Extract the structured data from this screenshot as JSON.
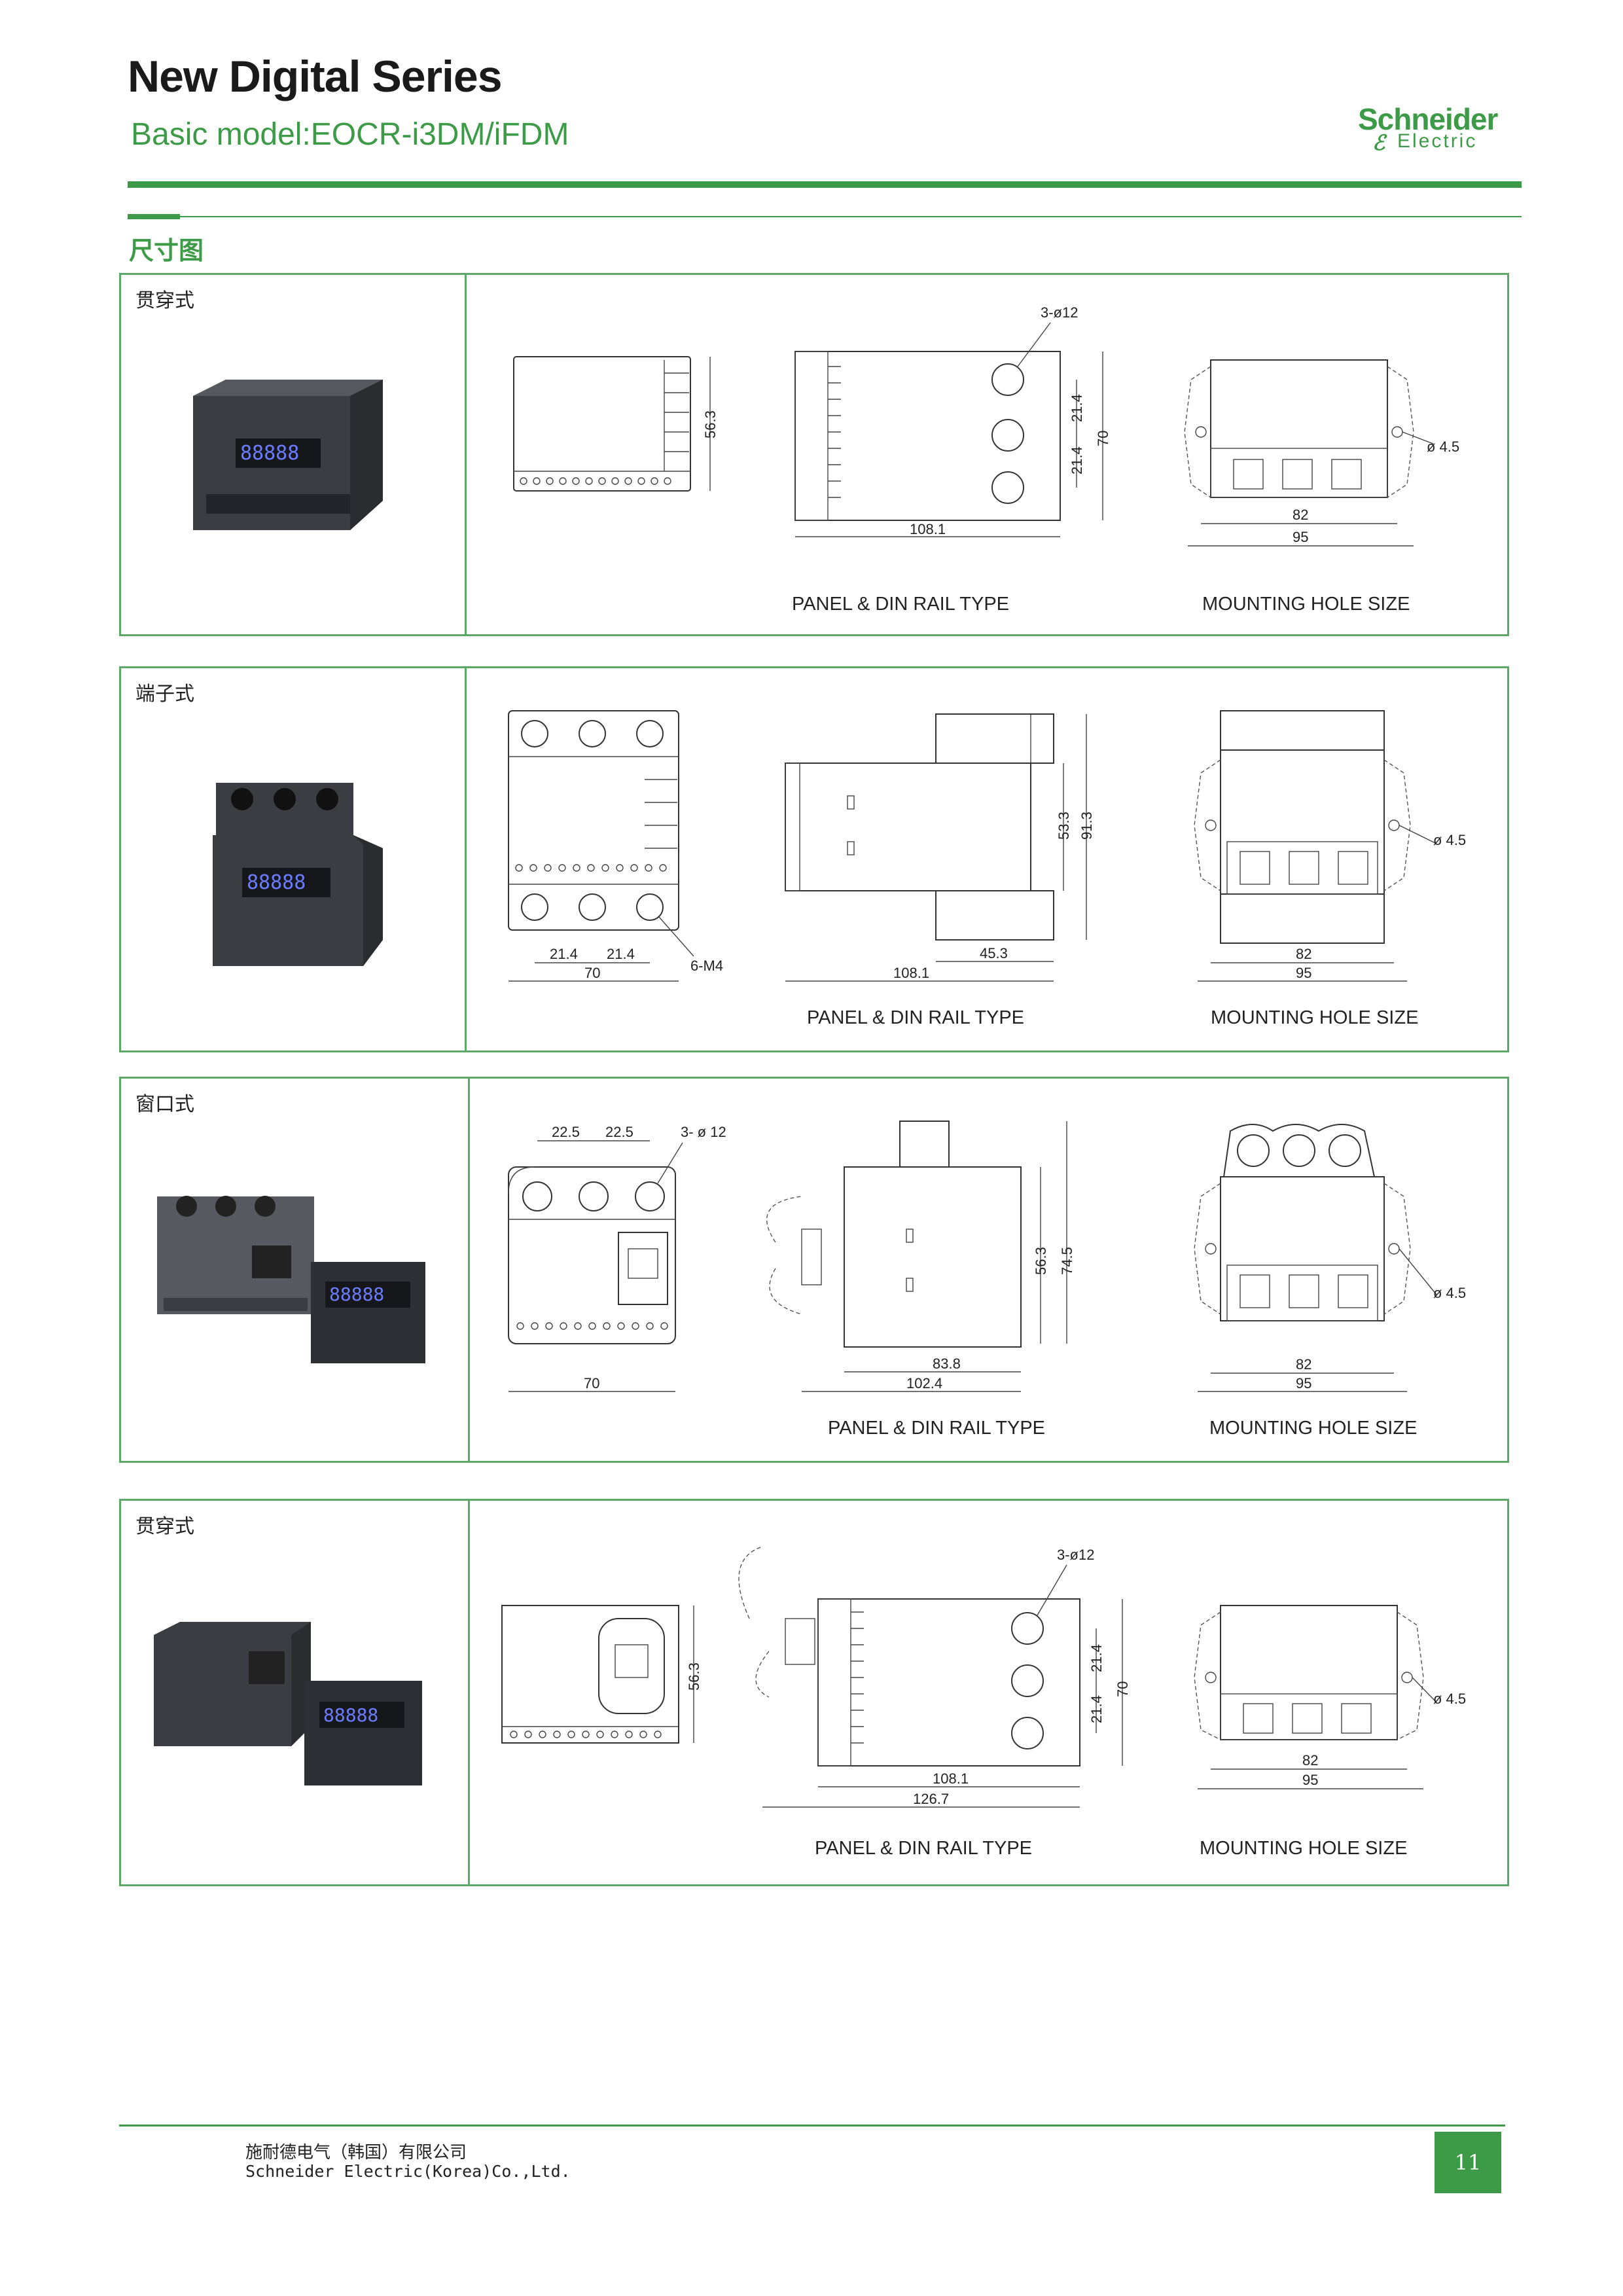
{
  "header": {
    "title": "New Digital Series",
    "subtitle": "Basic model:EOCR-i3DM/iFDM",
    "brand_name": "Schneider",
    "brand_sub": "Electric",
    "brand_color": "#3d9b47"
  },
  "section_label": "尺寸图",
  "panels": [
    {
      "label": "贯穿式",
      "caption_left": "PANEL & DIN RAIL TYPE",
      "caption_right": "MOUNTING HOLE SIZE",
      "dims": {
        "front_h": "56.3",
        "holes": "3-ø12",
        "pitch_a": "21.4",
        "pitch_b": "21.4",
        "height": "70",
        "width": "108.1",
        "hole_d": "ø 4.5",
        "hole_w": "82",
        "total_w": "95"
      }
    },
    {
      "label": "端子式",
      "caption_left": "PANEL & DIN RAIL TYPE",
      "caption_right": "MOUNTING HOLE SIZE",
      "dims": {
        "pitch_a": "21.4",
        "pitch_b": "21.4",
        "screws": "6-M4",
        "front_w": "70",
        "depth_a": "53.3",
        "depth_b": "91.3",
        "side_a": "45.3",
        "width": "108.1",
        "hole_d": "ø 4.5",
        "hole_w": "82",
        "total_w": "95"
      }
    },
    {
      "label": "窗口式",
      "caption_left": "PANEL & DIN RAIL TYPE",
      "caption_right": "MOUNTING HOLE SIZE",
      "dims": {
        "pitch_a": "22.5",
        "pitch_b": "22.5",
        "holes": "3- ø 12",
        "front_w": "70",
        "depth_a": "56.3",
        "depth_b": "74.5",
        "side_a": "83.8",
        "width": "102.4",
        "hole_d": "ø 4.5",
        "hole_w": "82",
        "total_w": "95"
      }
    },
    {
      "label": "贯穿式",
      "caption_left": "PANEL & DIN RAIL TYPE",
      "caption_right": "MOUNTING HOLE SIZE",
      "dims": {
        "front_h": "56.3",
        "holes": "3-ø12",
        "pitch_a": "21.4",
        "pitch_b": "21.4",
        "height": "70",
        "width_a": "108.1",
        "width_b": "126.7",
        "hole_d": "ø 4.5",
        "hole_w": "82",
        "total_w": "95"
      }
    }
  ],
  "footer": {
    "company_cn": "施耐德电气（韩国）有限公司",
    "company_en": "Schneider Electric(Korea)Co.,Ltd.",
    "page_number": "11"
  }
}
